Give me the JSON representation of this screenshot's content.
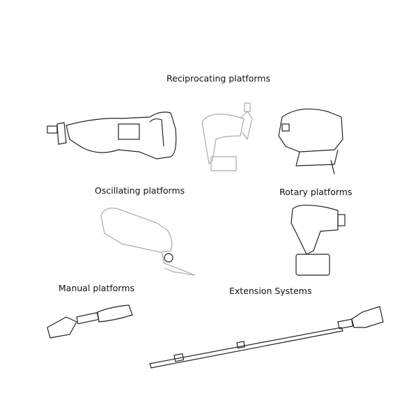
{
  "labels": {
    "reciprocating": "Reciprocating platforms",
    "oscillating": "Oscillating platforms",
    "rotary": "Rotary platforms",
    "manual": "Manual platforms",
    "extension": "Extension Systems"
  }
}
